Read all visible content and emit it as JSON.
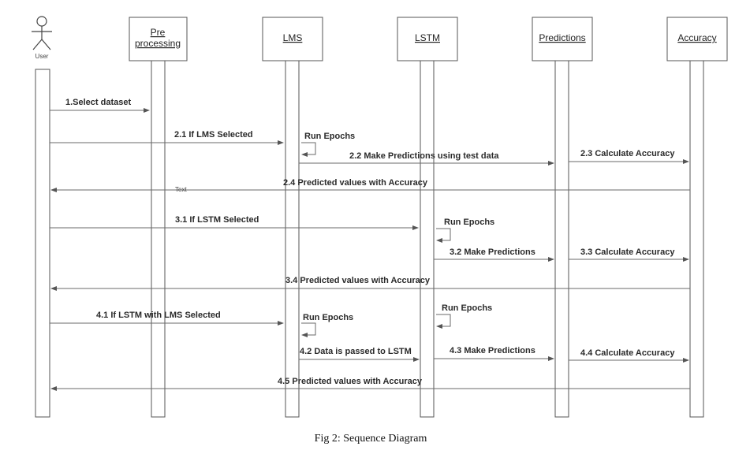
{
  "actor": {
    "label": "User"
  },
  "participants": [
    {
      "id": "preprocessing",
      "line1": "Pre",
      "line2": "processing"
    },
    {
      "id": "lms",
      "line1": "LMS",
      "line2": ""
    },
    {
      "id": "lstm",
      "line1": "LSTM",
      "line2": ""
    },
    {
      "id": "predictions",
      "line1": "Predictions",
      "line2": ""
    },
    {
      "id": "accuracy",
      "line1": "Accuracy",
      "line2": ""
    }
  ],
  "messages": [
    {
      "id": "m1",
      "from": "user",
      "to": "preprocessing",
      "label": "1.Select dataset"
    },
    {
      "id": "m2_1",
      "from": "user",
      "to": "lms",
      "label": "2.1 If LMS Selected"
    },
    {
      "id": "s2",
      "on": "lms",
      "label": "Run Epochs"
    },
    {
      "id": "m2_2",
      "from": "lms",
      "to": "predictions",
      "label": "2.2 Make Predictions using test data"
    },
    {
      "id": "m2_3",
      "from": "predictions",
      "to": "accuracy",
      "label": "2.3 Calculate Accuracy"
    },
    {
      "id": "m2_4",
      "from": "accuracy",
      "to": "user",
      "label": "2.4 Predicted values with Accuracy"
    },
    {
      "id": "m3_1",
      "from": "user",
      "to": "lstm",
      "label": "3.1 If LSTM Selected"
    },
    {
      "id": "s3",
      "on": "lstm",
      "label": "Run Epochs"
    },
    {
      "id": "m3_2",
      "from": "lstm",
      "to": "predictions",
      "label": "3.2 Make Predictions"
    },
    {
      "id": "m3_3",
      "from": "predictions",
      "to": "accuracy",
      "label": "3.3 Calculate Accuracy"
    },
    {
      "id": "m3_4",
      "from": "accuracy",
      "to": "user",
      "label": "3.4 Predicted values with Accuracy"
    },
    {
      "id": "m4_1",
      "from": "user",
      "to": "lms",
      "label": "4.1 If LSTM with LMS Selected"
    },
    {
      "id": "s4a",
      "on": "lstm",
      "label": "Run Epochs"
    },
    {
      "id": "s4b",
      "on": "lms",
      "label": "Run Epochs"
    },
    {
      "id": "m4_2",
      "from": "lms",
      "to": "lstm",
      "label": "4.2 Data is passed to LSTM"
    },
    {
      "id": "m4_3",
      "from": "lstm",
      "to": "predictions",
      "label": "4.3 Make Predictions"
    },
    {
      "id": "m4_4",
      "from": "predictions",
      "to": "accuracy",
      "label": "4.4 Calculate Accuracy"
    },
    {
      "id": "m4_5",
      "from": "accuracy",
      "to": "user",
      "label": "4.5 Predicted values with Accuracy"
    }
  ],
  "stray_text": "Text",
  "caption": "Fig 2: Sequence Diagram"
}
